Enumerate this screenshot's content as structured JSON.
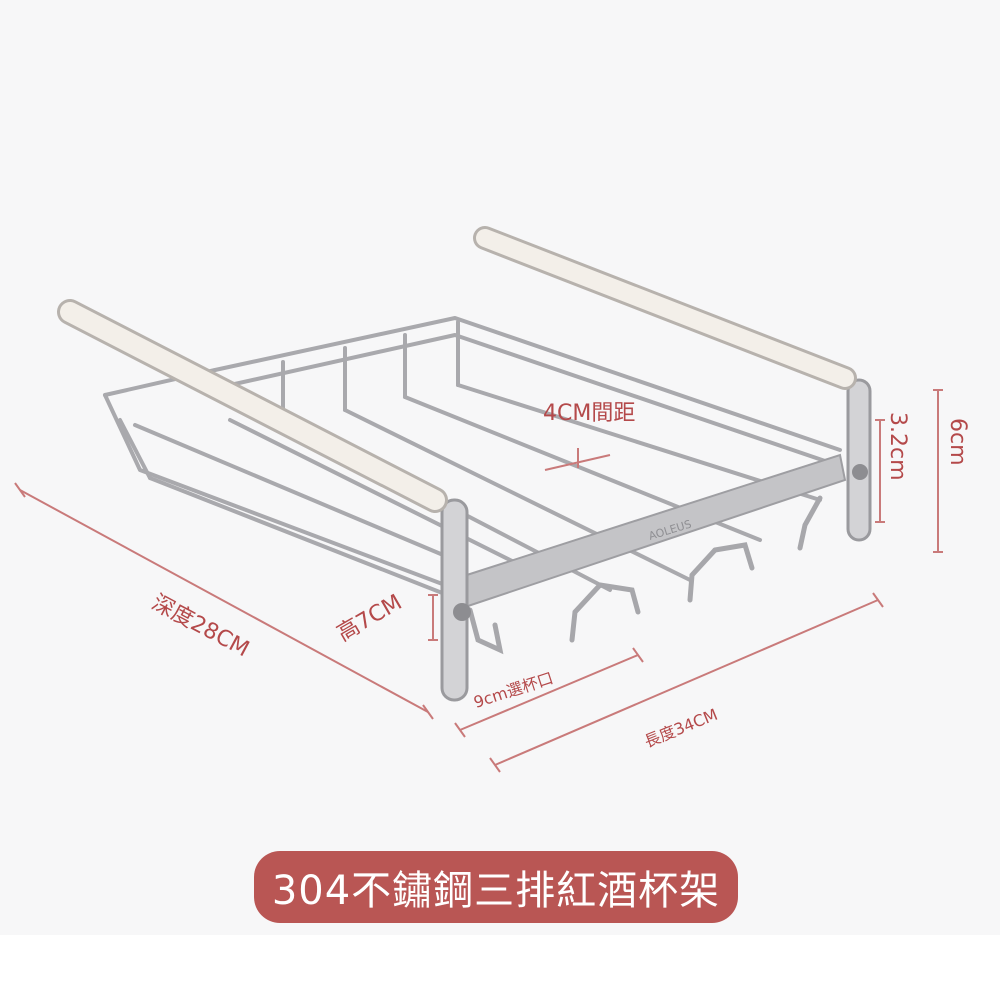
{
  "product": {
    "title": "304不鏽鋼三排紅酒杯架",
    "engraving": "AOLEUS"
  },
  "dimensions": {
    "spacing": "4CM間距",
    "bracket_inner": "3.2cm",
    "bracket_total": "6cm",
    "depth": "深度28CM",
    "height": "高7CM",
    "cup_slot": "9cm選杯口",
    "length": "長度34CM"
  },
  "colors": {
    "background": "#f7f7f8",
    "annotation": "#b4494a",
    "banner": "#b95654",
    "steel": "#b9b9bc"
  }
}
